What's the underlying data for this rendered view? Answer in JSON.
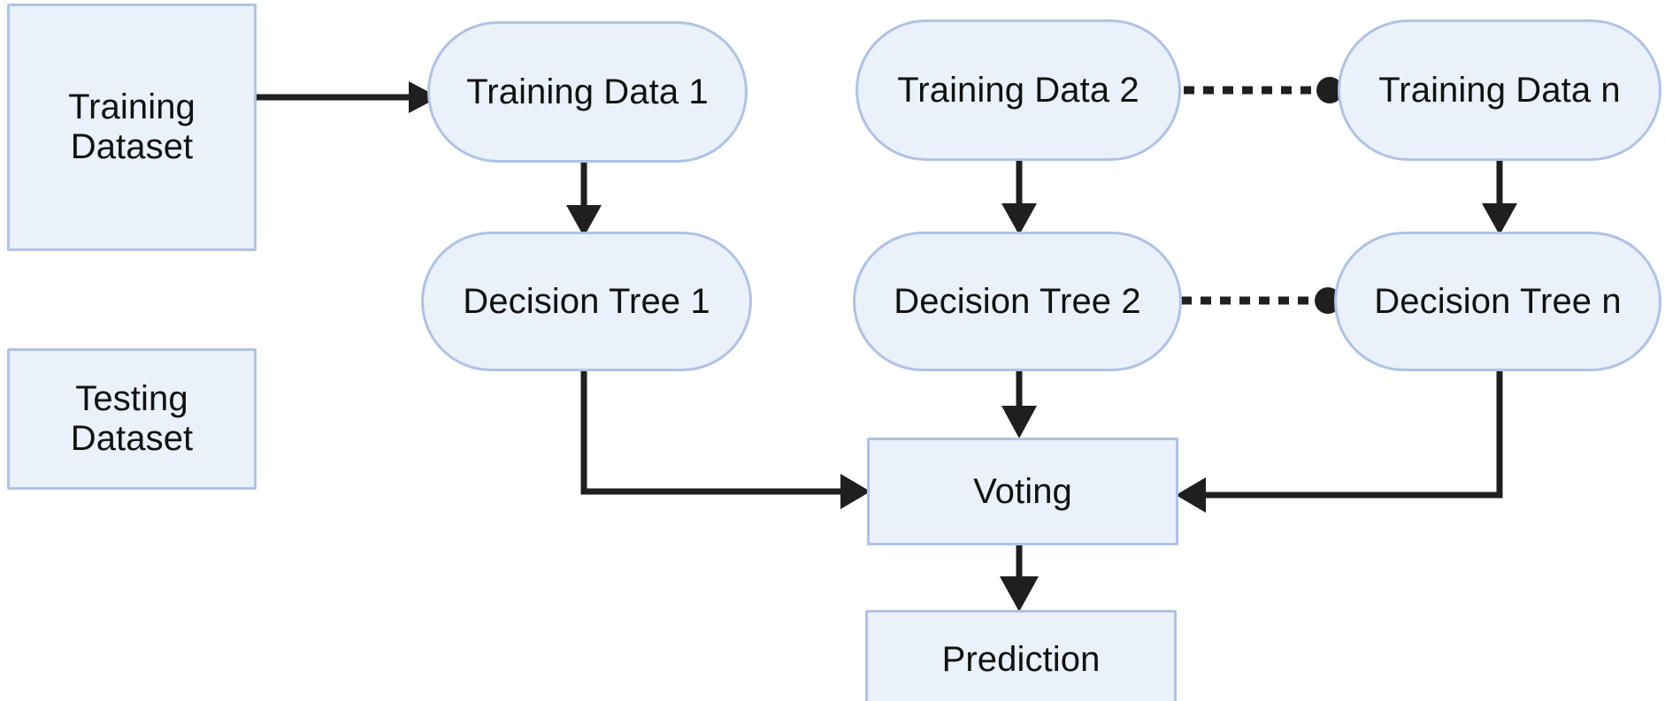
{
  "diagram": {
    "title": "Random Forest Ensemble Flow Diagram",
    "colors": {
      "node_fill": "#eaf1fb",
      "node_border": "#b0c2e4",
      "edge": "#1f1f1f",
      "background": "#ffffff",
      "text": "#111111"
    },
    "nodes": {
      "training_dataset": {
        "label": "Training\nDataset",
        "shape": "rectangle"
      },
      "testing_dataset": {
        "label": "Testing\nDataset",
        "shape": "rectangle"
      },
      "training_data_1": {
        "label": "Training Data 1",
        "shape": "rounded-pill"
      },
      "training_data_2": {
        "label": "Training Data 2",
        "shape": "rounded-pill"
      },
      "training_data_n": {
        "label": "Training Data n",
        "shape": "rounded-pill"
      },
      "decision_tree_1": {
        "label": "Decision Tree 1",
        "shape": "rounded-pill"
      },
      "decision_tree_2": {
        "label": "Decision Tree 2",
        "shape": "rounded-pill"
      },
      "decision_tree_n": {
        "label": "Decision Tree n",
        "shape": "rounded-pill"
      },
      "voting": {
        "label": "Voting",
        "shape": "rectangle"
      },
      "prediction": {
        "label": "Prediction",
        "shape": "rectangle"
      }
    },
    "edges": [
      {
        "from": "training_dataset",
        "to": "training_data_1",
        "style": "solid-arrow"
      },
      {
        "from": "training_data_1",
        "to": "decision_tree_1",
        "style": "solid-arrow"
      },
      {
        "from": "training_data_2",
        "to": "decision_tree_2",
        "style": "solid-arrow"
      },
      {
        "from": "training_data_n",
        "to": "decision_tree_n",
        "style": "solid-arrow"
      },
      {
        "from": "training_data_2",
        "to": "training_data_n",
        "style": "dashed-dot"
      },
      {
        "from": "decision_tree_2",
        "to": "decision_tree_n",
        "style": "dashed-dot"
      },
      {
        "from": "decision_tree_1",
        "to": "voting",
        "style": "solid-elbow-arrow"
      },
      {
        "from": "decision_tree_2",
        "to": "voting",
        "style": "solid-arrow"
      },
      {
        "from": "decision_tree_n",
        "to": "voting",
        "style": "solid-elbow-arrow"
      },
      {
        "from": "voting",
        "to": "prediction",
        "style": "solid-arrow"
      }
    ]
  }
}
